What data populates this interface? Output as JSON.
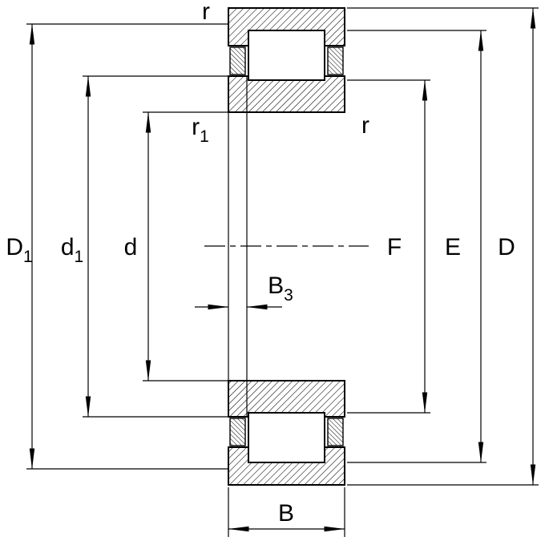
{
  "page": {
    "background": "#ffffff",
    "line_color": "#000000"
  },
  "drawing": {
    "type": "cylindrical-roller-bearing-cross-section",
    "labels": {
      "r_top": "r",
      "r1_base": "r",
      "r1_sub": "1",
      "r_right": "r",
      "D1_base": "D",
      "D1_sub": "1",
      "d1_base": "d",
      "d1_sub": "1",
      "d": "d",
      "B3_base": "B",
      "B3_sub": "3",
      "F": "F",
      "E": "E",
      "D": "D",
      "B": "B"
    }
  }
}
